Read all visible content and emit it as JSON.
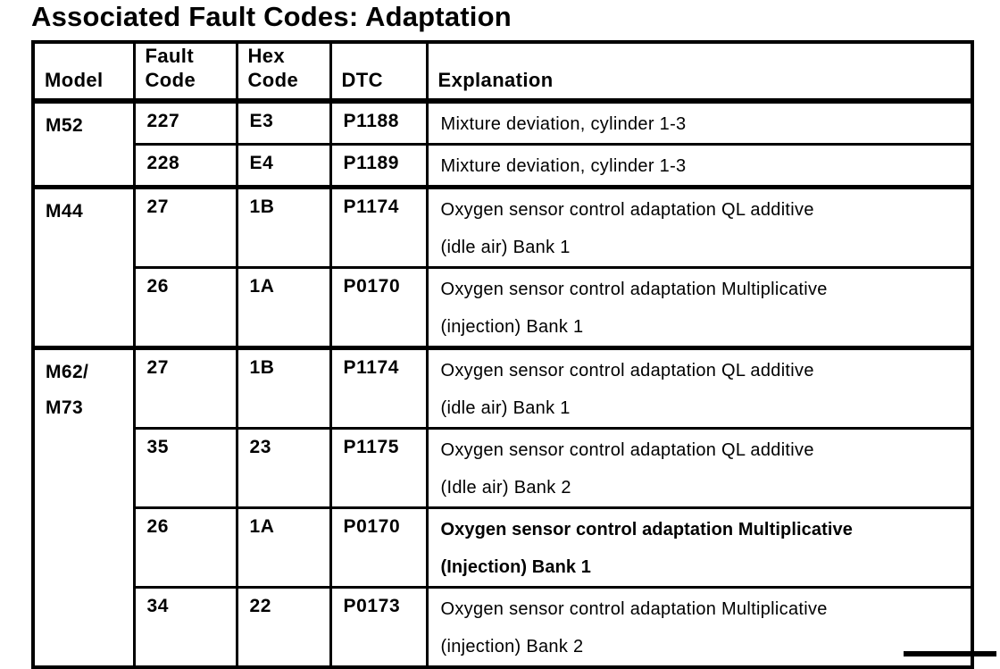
{
  "colors": {
    "ink": "#000000",
    "paper": "#ffffff"
  },
  "title": "Associated Fault Codes: Adaptation",
  "table": {
    "columns": [
      {
        "id": "model",
        "label": "Model",
        "lines": [
          "Model"
        ]
      },
      {
        "id": "fault-code",
        "label": "Fault Code",
        "lines": [
          "Fault",
          "Code"
        ]
      },
      {
        "id": "hex-code",
        "label": "Hex Code",
        "lines": [
          "Hex",
          "Code"
        ]
      },
      {
        "id": "dtc",
        "label": "DTC",
        "lines": [
          "DTC"
        ]
      },
      {
        "id": "explanation",
        "label": "Explanation",
        "lines": [
          "Explanation"
        ]
      }
    ],
    "groups": [
      {
        "model": "M52",
        "model_lines": [
          "M52"
        ],
        "rows": [
          {
            "fault_code": "227",
            "hex_code": "E3",
            "dtc": "P1188",
            "explanation": "Mixture deviation, cylinder 1-3",
            "explanation_lines": [
              "Mixture deviation, cylinder 1-3"
            ]
          },
          {
            "fault_code": "228",
            "hex_code": "E4",
            "dtc": "P1189",
            "explanation": "Mixture deviation, cylinder 1-3",
            "explanation_lines": [
              "Mixture deviation, cylinder 1-3"
            ]
          }
        ]
      },
      {
        "model": "M44",
        "model_lines": [
          "M44"
        ],
        "rows": [
          {
            "fault_code": "27",
            "hex_code": "1B",
            "dtc": "P1174",
            "explanation": "Oxygen sensor control adaptation QL additive (idle air) Bank 1",
            "explanation_lines": [
              "Oxygen sensor control adaptation QL additive",
              "(idle air) Bank 1"
            ]
          },
          {
            "fault_code": "26",
            "hex_code": "1A",
            "dtc": "P0170",
            "explanation": "Oxygen sensor control adaptation Multiplicative (injection) Bank 1",
            "explanation_lines": [
              "Oxygen sensor control adaptation Multiplicative",
              "(injection) Bank 1"
            ]
          }
        ]
      },
      {
        "model": "M62/M73",
        "model_lines": [
          "M62/",
          "M73"
        ],
        "rows": [
          {
            "fault_code": "27",
            "hex_code": "1B",
            "dtc": "P1174",
            "explanation": "Oxygen sensor control adaptation QL additive (idle air) Bank 1",
            "explanation_lines": [
              "Oxygen sensor control adaptation QL additive",
              "(idle air) Bank 1"
            ]
          },
          {
            "fault_code": "35",
            "hex_code": "23",
            "dtc": "P1175",
            "explanation": "Oxygen sensor control adaptation QL additive (Idle air) Bank 2",
            "explanation_lines": [
              "Oxygen sensor control adaptation QL additive",
              "(Idle air) Bank 2"
            ]
          },
          {
            "fault_code": "26",
            "hex_code": "1A",
            "dtc": "P0170",
            "explanation": "Oxygen sensor control adaptation Multiplicative (Injection) Bank 1",
            "explanation_lines": [
              "Oxygen sensor control adaptation Multiplicative",
              "(Injection) Bank 1"
            ],
            "scan_bold": true
          },
          {
            "fault_code": "34",
            "hex_code": "22",
            "dtc": "P0173",
            "explanation": "Oxygen sensor control adaptation Multiplicative (injection) Bank 2",
            "explanation_lines": [
              "Oxygen sensor control adaptation Multiplicative",
              "(injection) Bank 2"
            ]
          }
        ]
      }
    ]
  }
}
